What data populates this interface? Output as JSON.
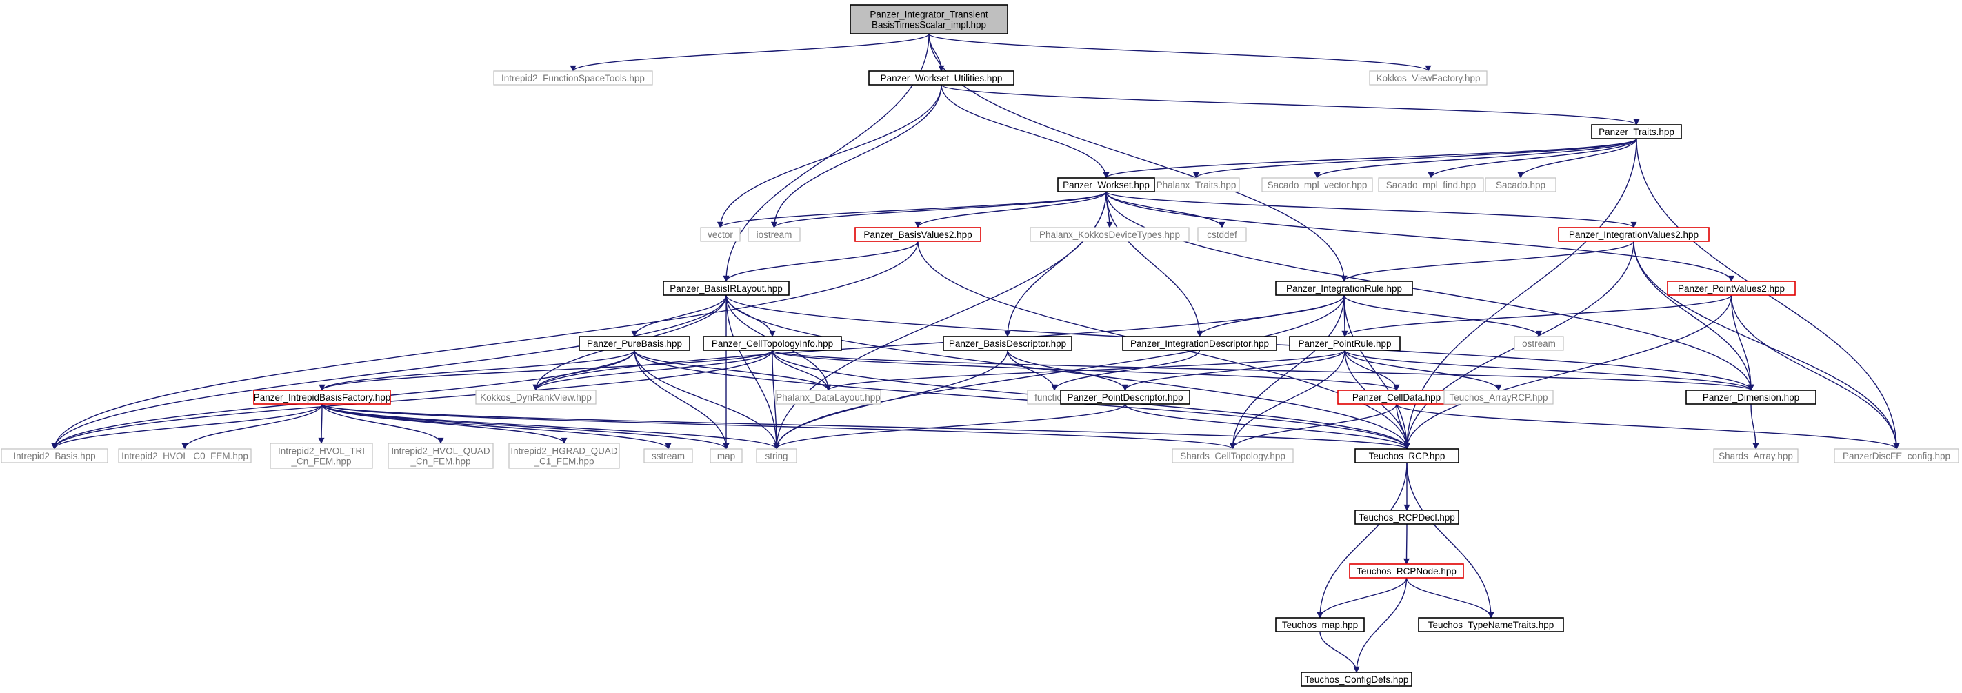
{
  "colors": {
    "edge": "#191970",
    "node_border": "#000000",
    "external_border": "#c0c0c0",
    "truncated_border": "#e00000",
    "root_fill": "#bfbfbf"
  },
  "nodes": [
    {
      "id": "root",
      "label": [
        "Panzer_Integrator_Transient",
        "BasisTimesScalar_impl.hpp"
      ],
      "kind": "root"
    },
    {
      "id": "fst",
      "label": [
        "Intrepid2_FunctionSpaceTools.hpp"
      ],
      "kind": "external"
    },
    {
      "id": "wu",
      "label": [
        "Panzer_Workset_Utilities.hpp"
      ],
      "kind": "local"
    },
    {
      "id": "kvf",
      "label": [
        "Kokkos_ViewFactory.hpp"
      ],
      "kind": "external"
    },
    {
      "id": "traits",
      "label": [
        "Panzer_Traits.hpp"
      ],
      "kind": "local"
    },
    {
      "id": "phtr",
      "label": [
        "Phalanx_Traits.hpp"
      ],
      "kind": "external"
    },
    {
      "id": "smv",
      "label": [
        "Sacado_mpl_vector.hpp"
      ],
      "kind": "external"
    },
    {
      "id": "smf",
      "label": [
        "Sacado_mpl_find.hpp"
      ],
      "kind": "external"
    },
    {
      "id": "sac",
      "label": [
        "Sacado.hpp"
      ],
      "kind": "external"
    },
    {
      "id": "ws",
      "label": [
        "Panzer_Workset.hpp"
      ],
      "kind": "local"
    },
    {
      "id": "vec",
      "label": [
        "vector"
      ],
      "kind": "external"
    },
    {
      "id": "ios",
      "label": [
        "iostream"
      ],
      "kind": "external"
    },
    {
      "id": "bv2",
      "label": [
        "Panzer_BasisValues2.hpp"
      ],
      "kind": "truncated"
    },
    {
      "id": "pkdt",
      "label": [
        "Phalanx_KokkosDeviceTypes.hpp"
      ],
      "kind": "external"
    },
    {
      "id": "cstd",
      "label": [
        "cstddef"
      ],
      "kind": "external"
    },
    {
      "id": "iv2",
      "label": [
        "Panzer_IntegrationValues2.hpp"
      ],
      "kind": "truncated"
    },
    {
      "id": "birl",
      "label": [
        "Panzer_BasisIRLayout.hpp"
      ],
      "kind": "local"
    },
    {
      "id": "ir",
      "label": [
        "Panzer_IntegrationRule.hpp"
      ],
      "kind": "local"
    },
    {
      "id": "pv2",
      "label": [
        "Panzer_PointValues2.hpp"
      ],
      "kind": "truncated"
    },
    {
      "id": "ostr",
      "label": [
        "ostream"
      ],
      "kind": "external"
    },
    {
      "id": "pb",
      "label": [
        "Panzer_PureBasis.hpp"
      ],
      "kind": "local"
    },
    {
      "id": "cti",
      "label": [
        "Panzer_CellTopologyInfo.hpp"
      ],
      "kind": "local"
    },
    {
      "id": "bd",
      "label": [
        "Panzer_BasisDescriptor.hpp"
      ],
      "kind": "local"
    },
    {
      "id": "id",
      "label": [
        "Panzer_IntegrationDescriptor.hpp"
      ],
      "kind": "local"
    },
    {
      "id": "pr",
      "label": [
        "Panzer_PointRule.hpp"
      ],
      "kind": "local"
    },
    {
      "id": "ibf",
      "label": [
        "Panzer_IntrepidBasisFactory.hpp"
      ],
      "kind": "truncated"
    },
    {
      "id": "kdrv",
      "label": [
        "Kokkos_DynRankView.hpp"
      ],
      "kind": "external"
    },
    {
      "id": "pdl",
      "label": [
        "Phalanx_DataLayout.hpp"
      ],
      "kind": "external"
    },
    {
      "id": "func",
      "label": [
        "functional"
      ],
      "kind": "external"
    },
    {
      "id": "pd",
      "label": [
        "Panzer_PointDescriptor.hpp"
      ],
      "kind": "local"
    },
    {
      "id": "cd",
      "label": [
        "Panzer_CellData.hpp"
      ],
      "kind": "truncated"
    },
    {
      "id": "tarcp",
      "label": [
        "Teuchos_ArrayRCP.hpp"
      ],
      "kind": "external"
    },
    {
      "id": "dim",
      "label": [
        "Panzer_Dimension.hpp"
      ],
      "kind": "local"
    },
    {
      "id": "i2b",
      "label": [
        "Intrepid2_Basis.hpp"
      ],
      "kind": "external"
    },
    {
      "id": "hvc0",
      "label": [
        "Intrepid2_HVOL_C0_FEM.hpp"
      ],
      "kind": "external"
    },
    {
      "id": "hvtri",
      "label": [
        "Intrepid2_HVOL_TRI",
        "_Cn_FEM.hpp"
      ],
      "kind": "external"
    },
    {
      "id": "hvquad",
      "label": [
        "Intrepid2_HVOL_QUAD",
        "_Cn_FEM.hpp"
      ],
      "kind": "external"
    },
    {
      "id": "hgquad",
      "label": [
        "Intrepid2_HGRAD_QUAD",
        "_C1_FEM.hpp"
      ],
      "kind": "external"
    },
    {
      "id": "sstr",
      "label": [
        "sstream"
      ],
      "kind": "external"
    },
    {
      "id": "map",
      "label": [
        "map"
      ],
      "kind": "external"
    },
    {
      "id": "str",
      "label": [
        "string"
      ],
      "kind": "external"
    },
    {
      "id": "sct",
      "label": [
        "Shards_CellTopology.hpp"
      ],
      "kind": "external"
    },
    {
      "id": "rcp",
      "label": [
        "Teuchos_RCP.hpp"
      ],
      "kind": "local"
    },
    {
      "id": "sarr",
      "label": [
        "Shards_Array.hpp"
      ],
      "kind": "external"
    },
    {
      "id": "pdfe",
      "label": [
        "PanzerDiscFE_config.hpp"
      ],
      "kind": "external"
    },
    {
      "id": "rcpd",
      "label": [
        "Teuchos_RCPDecl.hpp"
      ],
      "kind": "local"
    },
    {
      "id": "rcpn",
      "label": [
        "Teuchos_RCPNode.hpp"
      ],
      "kind": "truncated"
    },
    {
      "id": "tmap",
      "label": [
        "Teuchos_map.hpp"
      ],
      "kind": "local"
    },
    {
      "id": "tnt",
      "label": [
        "Teuchos_TypeNameTraits.hpp"
      ],
      "kind": "local"
    },
    {
      "id": "tcd",
      "label": [
        "Teuchos_ConfigDefs.hpp"
      ],
      "kind": "local"
    }
  ],
  "edges": [
    [
      "root",
      "fst"
    ],
    [
      "root",
      "wu"
    ],
    [
      "root",
      "kvf"
    ],
    [
      "root",
      "birl"
    ],
    [
      "root",
      "ir"
    ],
    [
      "wu",
      "traits"
    ],
    [
      "wu",
      "ws"
    ],
    [
      "wu",
      "vec"
    ],
    [
      "wu",
      "ios"
    ],
    [
      "traits",
      "ws"
    ],
    [
      "traits",
      "phtr"
    ],
    [
      "traits",
      "smv"
    ],
    [
      "traits",
      "smf"
    ],
    [
      "traits",
      "sac"
    ],
    [
      "traits",
      "rcp"
    ],
    [
      "traits",
      "pdfe"
    ],
    [
      "ws",
      "vec"
    ],
    [
      "ws",
      "ios"
    ],
    [
      "ws",
      "bv2"
    ],
    [
      "ws",
      "pkdt"
    ],
    [
      "ws",
      "cstd"
    ],
    [
      "ws",
      "iv2"
    ],
    [
      "ws",
      "pv2"
    ],
    [
      "ws",
      "bd"
    ],
    [
      "ws",
      "id"
    ],
    [
      "ws",
      "dim"
    ],
    [
      "ws",
      "str"
    ],
    [
      "bv2",
      "birl"
    ],
    [
      "bv2",
      "i2b"
    ],
    [
      "bv2",
      "rcp"
    ],
    [
      "iv2",
      "ir"
    ],
    [
      "iv2",
      "dim"
    ],
    [
      "iv2",
      "rcp"
    ],
    [
      "iv2",
      "pdfe"
    ],
    [
      "pv2",
      "pr"
    ],
    [
      "pv2",
      "dim"
    ],
    [
      "pv2",
      "rcp"
    ],
    [
      "pv2",
      "pdfe"
    ],
    [
      "birl",
      "pb"
    ],
    [
      "birl",
      "cti"
    ],
    [
      "birl",
      "kdrv"
    ],
    [
      "birl",
      "pdl"
    ],
    [
      "birl",
      "i2b"
    ],
    [
      "birl",
      "str"
    ],
    [
      "birl",
      "map"
    ],
    [
      "birl",
      "dim"
    ],
    [
      "birl",
      "rcp"
    ],
    [
      "ir",
      "id"
    ],
    [
      "ir",
      "pr"
    ],
    [
      "ir",
      "ostr"
    ],
    [
      "ir",
      "str"
    ],
    [
      "ir",
      "kdrv"
    ],
    [
      "ir",
      "sct"
    ],
    [
      "ir",
      "rcp"
    ],
    [
      "pb",
      "ibf"
    ],
    [
      "pb",
      "kdrv"
    ],
    [
      "pb",
      "pdl"
    ],
    [
      "pb",
      "i2b"
    ],
    [
      "pb",
      "str"
    ],
    [
      "pb",
      "map"
    ],
    [
      "pb",
      "rcp"
    ],
    [
      "cti",
      "ibf"
    ],
    [
      "cti",
      "kdrv"
    ],
    [
      "cti",
      "pdl"
    ],
    [
      "cti",
      "str"
    ],
    [
      "cti",
      "i2b"
    ],
    [
      "cti",
      "dim"
    ],
    [
      "cti",
      "rcp"
    ],
    [
      "cti",
      "cd"
    ],
    [
      "bd",
      "func"
    ],
    [
      "bd",
      "pd"
    ],
    [
      "bd",
      "str"
    ],
    [
      "id",
      "func"
    ],
    [
      "pr",
      "pdl"
    ],
    [
      "pr",
      "pd"
    ],
    [
      "pr",
      "cd"
    ],
    [
      "pr",
      "tarcp"
    ],
    [
      "pr",
      "sct"
    ],
    [
      "pr",
      "dim"
    ],
    [
      "pr",
      "rcp"
    ],
    [
      "pd",
      "str"
    ],
    [
      "pd",
      "rcp"
    ],
    [
      "cd",
      "sct"
    ],
    [
      "cd",
      "rcp"
    ],
    [
      "cd",
      "pdfe"
    ],
    [
      "ibf",
      "i2b"
    ],
    [
      "ibf",
      "hvc0"
    ],
    [
      "ibf",
      "hvtri"
    ],
    [
      "ibf",
      "hvquad"
    ],
    [
      "ibf",
      "hgquad"
    ],
    [
      "ibf",
      "sstr"
    ],
    [
      "ibf",
      "map"
    ],
    [
      "ibf",
      "str"
    ],
    [
      "ibf",
      "rcp"
    ],
    [
      "ibf",
      "sct"
    ],
    [
      "dim",
      "sarr"
    ],
    [
      "rcp",
      "rcpd"
    ],
    [
      "rcp",
      "tmap"
    ],
    [
      "rcp",
      "tnt"
    ],
    [
      "rcpd",
      "rcpn"
    ],
    [
      "rcpn",
      "tmap"
    ],
    [
      "rcpn",
      "tnt"
    ],
    [
      "rcpn",
      "tcd"
    ],
    [
      "tmap",
      "tcd"
    ]
  ]
}
